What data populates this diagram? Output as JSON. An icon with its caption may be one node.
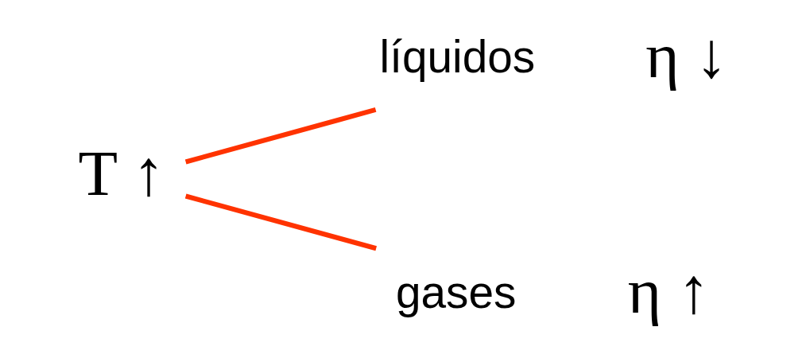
{
  "diagram": {
    "nodes": [
      {
        "text": [
          "T ↑"
        ]
      },
      {
        "text": [
          "líquidos"
        ],
        "beside": [
          "η ↓"
        ]
      },
      {
        "text": [
          "gases"
        ],
        "beside": [
          "η ↑"
        ]
      }
    ],
    "edges": [
      {
        "from": 0,
        "to": 1,
        "arrow": "none"
      },
      {
        "from": 0,
        "to": 2,
        "arrow": "none"
      }
    ]
  }
}
